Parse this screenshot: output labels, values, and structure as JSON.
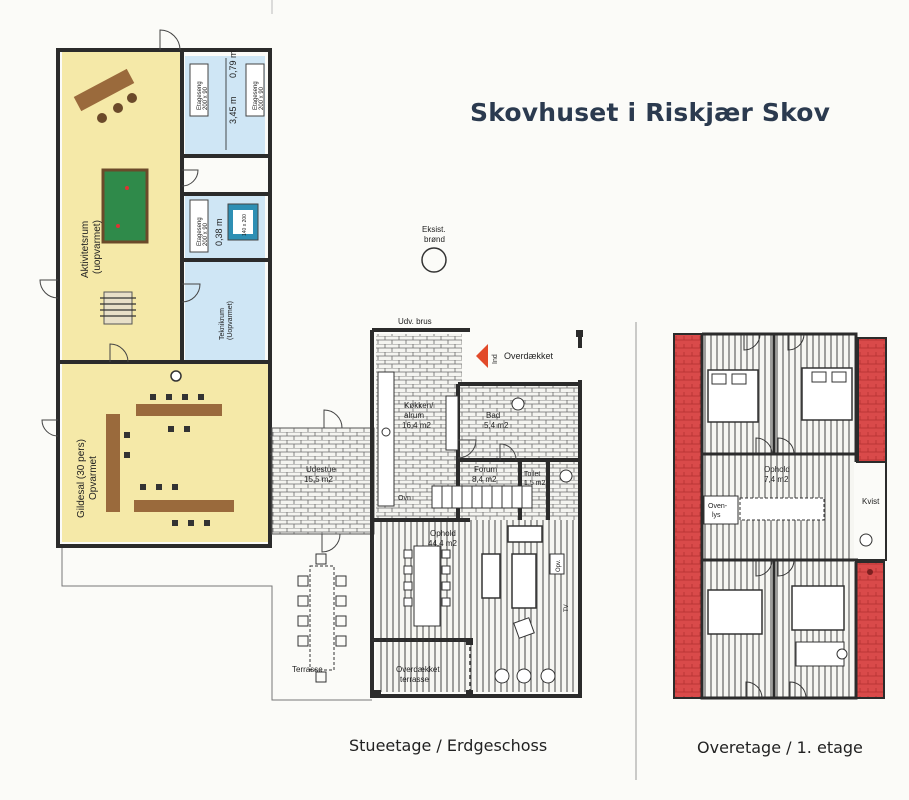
{
  "title": "Skovhuset i Riskjær Skov",
  "captions": {
    "ground": "Stueetage / Erdgeschoss",
    "upper": "Overetage / 1. etage"
  },
  "labels": {
    "aktivitetsrum": "Aktivitetsrum",
    "aktivitetsrum_note": "(uopvarmet)",
    "gildesal": "Gildesal (30 pers)",
    "gildesal_note": "Opvarmet",
    "teknikrum": "Teknikrum",
    "teknikrum_note": "(Uopvarmet)",
    "etageseng": "Etageseng",
    "seng_size": "200 x 90",
    "seng_size2": "140 x 200",
    "dim_345": "3,45 m",
    "dim_079": "0,79 m",
    "dim_038": "0,38 m",
    "udestue": "Udestue",
    "udestue_area": "15,5 m2",
    "kokken": "Køkken/",
    "kokken2": "alrum",
    "kokken_area": "16,4 m2",
    "bad": "Bad",
    "bad_area": "5,4 m2",
    "forum": "Forum",
    "forum_area": "8,4 m2",
    "toilet": "Toilet",
    "toilet_area": "1,5 m2",
    "opholdsrum": "Ophold",
    "opholdsrum_area": "44,4 m2",
    "ovn": "Ovn",
    "opvask": "Opv.",
    "tv": "TV",
    "overdaekket": "Overdækket",
    "overdaekket_terrasse": "Overdækket",
    "terrasse_word": "terrasse",
    "terrasse": "Terrasse",
    "udv_brus": "Udv. brus",
    "eksist": "Eksist.",
    "brond": "brønd",
    "ind": "Ind",
    "ophold_upper": "Ophold",
    "ophold_upper_area": "7,4 m2",
    "kvist": "Kvist",
    "ovenlys": "Oven-",
    "ovenlys2": "lys"
  },
  "colors": {
    "wall": "#2b2b2b",
    "yellow": "#f5e9a8",
    "blue": "#cfe6f5",
    "roof_red": "#d94a4a",
    "green": "#2f8a4a",
    "furniture": "#9a6a3c",
    "title": "#2b3a4f"
  }
}
